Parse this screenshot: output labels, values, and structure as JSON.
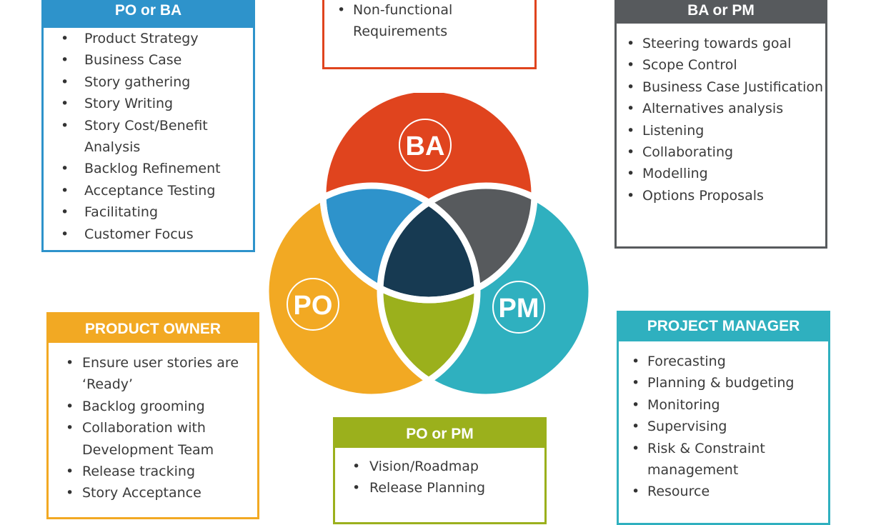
{
  "colors": {
    "ba": "#e0441e",
    "po": "#f2a923",
    "pm": "#2fb0bf",
    "po_ba": "#2e93cb",
    "ba_pm": "#575a5d",
    "po_pm": "#9bb01c",
    "center": "#173a52"
  },
  "venn": {
    "ba_label": "BA",
    "po_label": "PO",
    "pm_label": "PM"
  },
  "boxes": {
    "po_or_ba": {
      "title": "PO or BA",
      "items": [
        "Product Strategy",
        "Business Case",
        "Story gathering",
        "Story Writing",
        "Story Cost/Benefit Analysis",
        "Backlog Refinement",
        "Acceptance Testing",
        "Facilitating",
        "Customer Focus"
      ]
    },
    "ba": {
      "items": [
        "Non-functional Requirements"
      ]
    },
    "ba_or_pm": {
      "title": "BA or PM",
      "items": [
        "Steering towards goal",
        "Scope Control",
        "Business Case Justification",
        "Alternatives analysis",
        "Listening",
        "Collaborating",
        "Modelling",
        "Options Proposals"
      ]
    },
    "product_owner": {
      "title": "PRODUCT OWNER",
      "items": [
        "Ensure user stories are ‘Ready’",
        "Backlog grooming",
        "Collaboration with Development Team",
        "Release tracking",
        "Story Acceptance"
      ]
    },
    "po_or_pm": {
      "title": "PO or PM",
      "items": [
        "Vision/Roadmap",
        "Release Planning"
      ]
    },
    "project_manager": {
      "title": "PROJECT MANAGER",
      "items": [
        "Forecasting",
        "Planning & budgeting",
        "Monitoring",
        "Supervising",
        "Risk & Constraint management",
        "Resource"
      ]
    }
  }
}
